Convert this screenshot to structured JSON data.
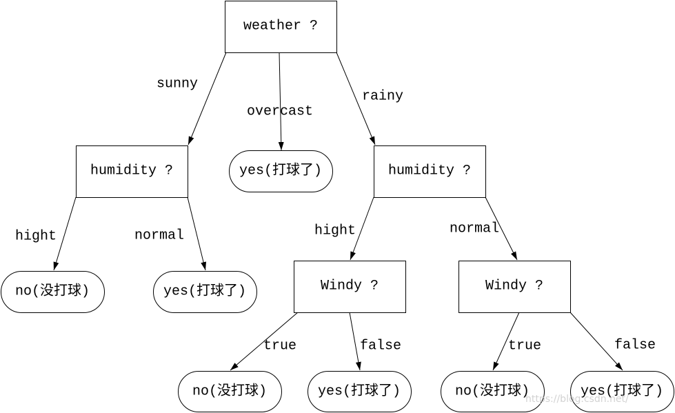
{
  "nodes": {
    "weather": "weather ?",
    "humidity_sunny": "humidity ?",
    "leaf_overcast": "yes(打球了)",
    "humidity_rainy": "humidity ?",
    "leaf_sunny_hight": "no(没打球)",
    "leaf_sunny_normal": "yes(打球了)",
    "windy_rainy_hight": "Windy ?",
    "windy_rainy_normal": "Windy ?",
    "leaf_hight_true": "no(没打球)",
    "leaf_hight_false": "yes(打球了)",
    "leaf_normal_true": "no(没打球)",
    "leaf_normal_false": "yes(打球了)"
  },
  "edge_labels": {
    "weather_sunny": "sunny",
    "weather_overcast": "overcast",
    "weather_rainy": "rainy",
    "sunny_hight": "hight",
    "sunny_normal": "normal",
    "rainy_hight": "hight",
    "rainy_normal": "normal",
    "hight_true": "true",
    "hight_false": "false",
    "normal_true": "true",
    "normal_false": "false"
  },
  "watermark": "https://blog.csdn.net/",
  "colors": {
    "stroke": "#000000",
    "background": "#ffffff"
  }
}
